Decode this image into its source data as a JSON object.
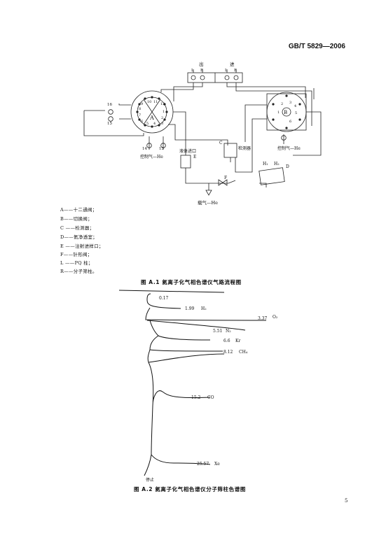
{
  "header": {
    "standard": "GB/T 5829—2006"
  },
  "figure_a1": {
    "caption": "图 A.1   氦离子化气相色谱仪气路流程图",
    "labels": {
      "out": "出",
      "in": "进",
      "L1": "L",
      "R1": "R",
      "L2": "L",
      "R2": "R",
      "A": "A",
      "B": "B",
      "n16": "16",
      "n15": "15",
      "n14": "14",
      "n13": "13",
      "ctrl_gas_left": "控制气—He",
      "ctrl_gas_right": "控制气—He",
      "liquid_inlet": "液体进口",
      "E": "E",
      "C": "C",
      "F": "F",
      "D": "D",
      "detector": "检测器",
      "carrier_gas": "载气—He",
      "H1": "H₁",
      "H2": "H₂",
      "ring_a": [
        "10",
        "11",
        "12",
        "1",
        "2",
        "3",
        "4",
        "5",
        "6",
        "7",
        "8",
        "9"
      ],
      "ring_b": [
        "1",
        "2",
        "3",
        "4",
        "5",
        "6"
      ]
    },
    "legend": [
      "A——十二通阀；",
      "B——切换阀；",
      "C  ——检测器；",
      "D——氦净透室；",
      "E  ——注射进样口；",
      "F——针形阀；",
      "L  ——PQ 柱；",
      "R——分子筛柱。"
    ]
  },
  "figure_a2": {
    "caption": "图 A.2   氦离子化气相色谱仪分子筛柱色谱图",
    "peaks": [
      {
        "rt": "0.17",
        "name": ""
      },
      {
        "rt": "1.99",
        "name": "H₂"
      },
      {
        "rt": "3.37",
        "name": "O₂"
      },
      {
        "rt": "5.51",
        "name": "N₂"
      },
      {
        "rt": "6.6",
        "name": "Kr"
      },
      {
        "rt": "8.12",
        "name": "CH₄"
      },
      {
        "rt": "15.2",
        "name": "CO"
      },
      {
        "rt": "25.57",
        "name": "Xe"
      }
    ],
    "stop_label": "停止"
  },
  "page_number": "5"
}
